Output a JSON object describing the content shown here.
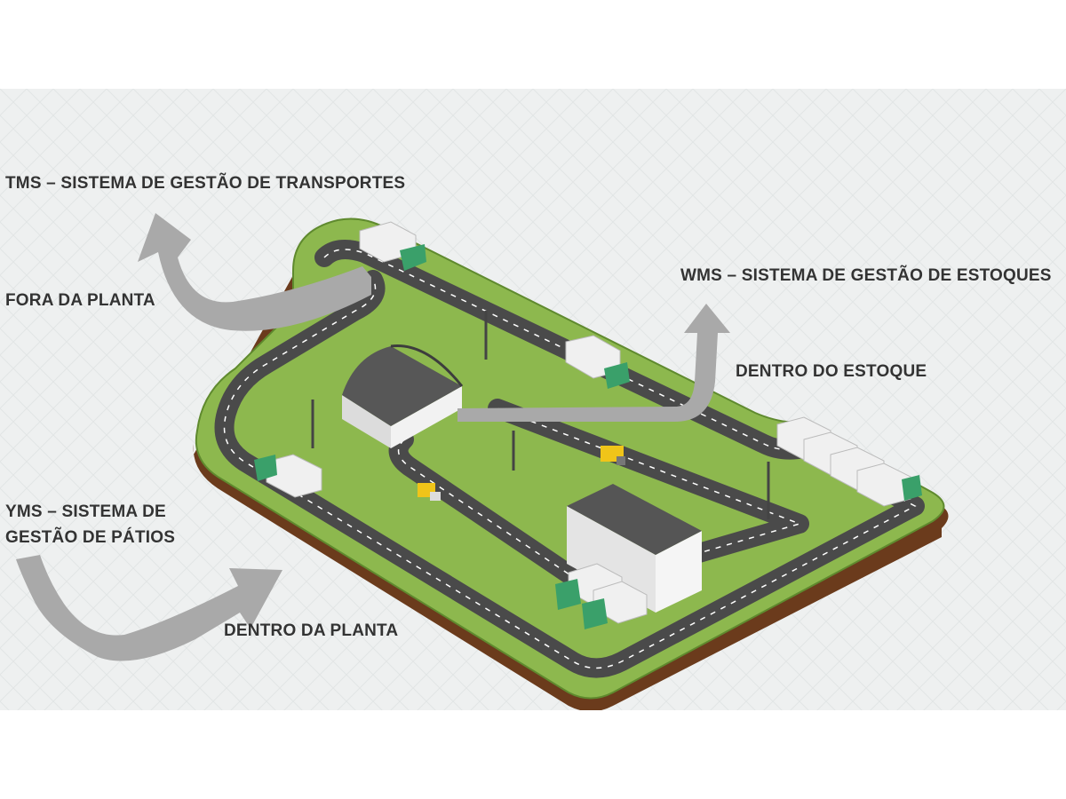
{
  "labels": {
    "tms": "TMS – SISTEMA DE GESTÃO DE TRANSPORTES",
    "fora_planta": "FORA DA PLANTA",
    "wms": "WMS – SISTEMA DE GESTÃO DE ESTOQUES",
    "dentro_estoque": "DENTRO DO ESTOQUE",
    "yms_line1": "YMS – SISTEMA DE",
    "yms_line2": "GESTÃO DE PÁTIOS",
    "dentro_planta": "DENTRO DA PLANTA"
  },
  "colors": {
    "background": "#eef0f0",
    "grass": "#8db84e",
    "grass_edge": "#5f8a2e",
    "soil": "#6b3b1c",
    "road": "#4a4a4a",
    "arrow": "#a9a9a9",
    "truck_cab": "#3aa06a",
    "building": "#e8e8e8",
    "roof": "#575757",
    "text": "#333333"
  }
}
